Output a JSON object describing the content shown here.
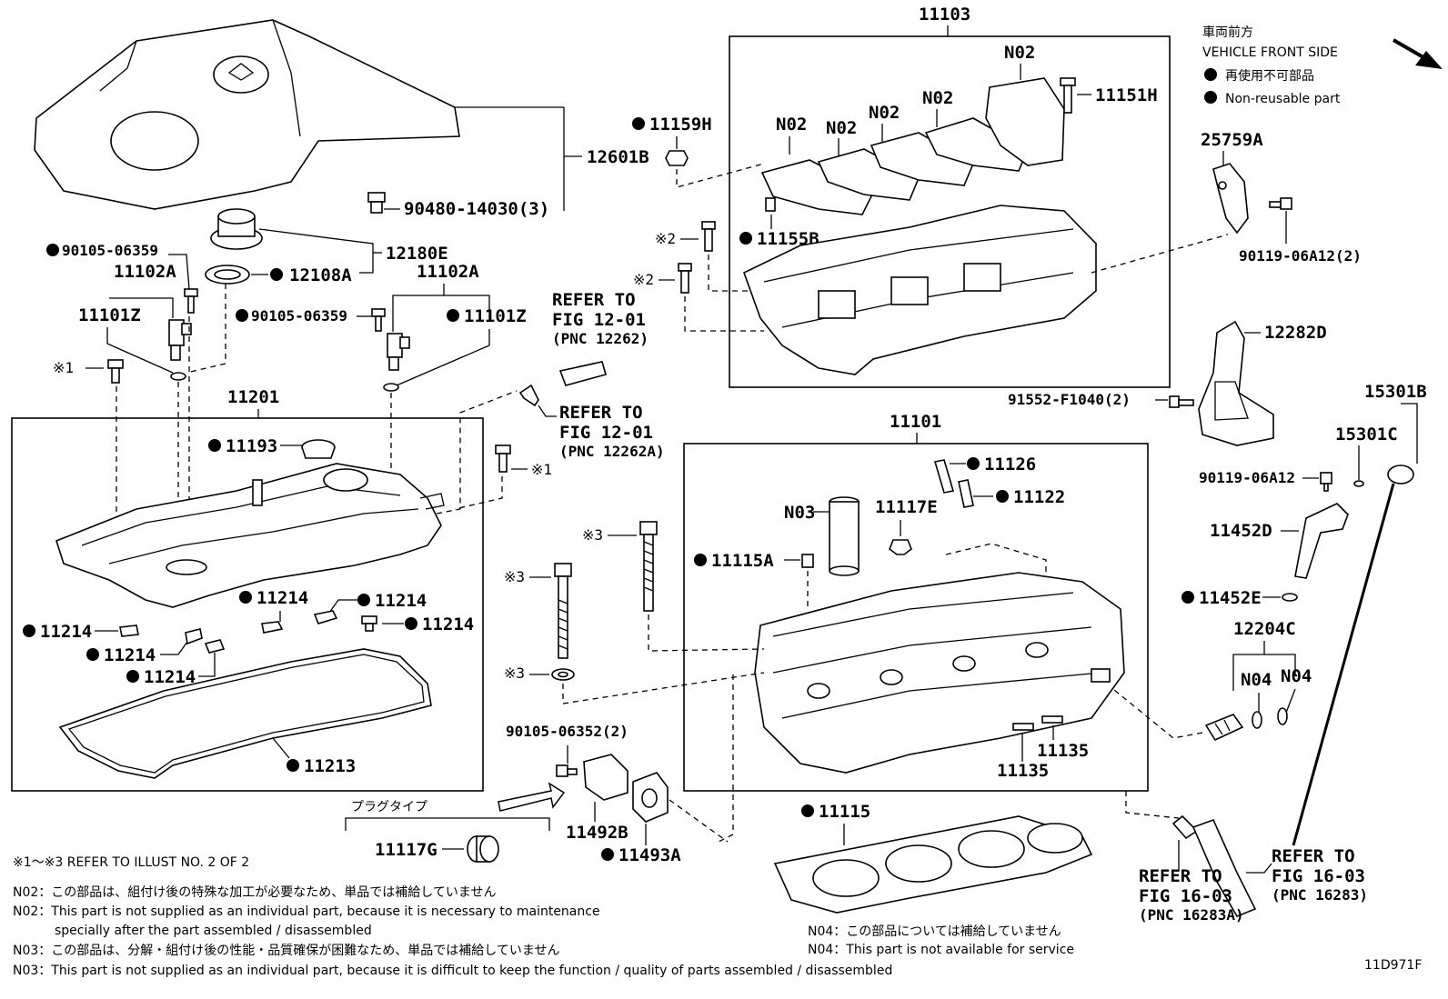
{
  "diagram_id": "11D971F",
  "legend": {
    "jp_front": "車両前方",
    "front": "VEHICLE FRONT SIDE",
    "jp_nonreusable": "再使用不可部品",
    "nonreusable": "Non-reusable part"
  },
  "labels": {
    "cover": "12601B",
    "cover_bolt": "90480-14030(3)",
    "oil_cap": "12180E",
    "cap_gasket": "12108A",
    "bolt_l": "90105-06359",
    "sensor_l": "11102A",
    "oring_l": "11101Z",
    "ref1_l": "※1",
    "bolt_m": "90105-06359",
    "sensor_m": "11102A",
    "oring_m": "11101Z",
    "head_cover": "11201",
    "grommet": "11193",
    "clip1": "11214",
    "clip2": "11214",
    "clip3": "11214",
    "clip4": "11214",
    "clip5": "11214",
    "clip6": "11214",
    "cover_gasket": "11213",
    "ref1_m": "※1",
    "refer1_a": "REFER TO",
    "refer1_b": "FIG 12-01",
    "refer1_c": "(PNC 12262)",
    "refer2_a": "REFER TO",
    "refer2_b": "FIG 12-01",
    "refer2_c": "(PNC 12262A)",
    "nut_top": "11159H",
    "housing_asm": "11103",
    "n02_1": "N02",
    "n02_2": "N02",
    "n02_3": "N02",
    "n02_4": "N02",
    "n02_5": "N02",
    "bolt_hsg": "11151H",
    "pin_hsg": "11155B",
    "ref2_a": "※2",
    "ref2_b": "※2",
    "bracket_a": "25759A",
    "bracket_a_bolt": "90119-06A12(2)",
    "hanger": "12282D",
    "hanger_bolt": "91552-F1040(2)",
    "gauge": "15301B",
    "gauge_oring": "15301C",
    "guide_bolt": "90119-06A12",
    "guide": "11452D",
    "guide_oring": "11452E",
    "union": "12204C",
    "n04_1": "N04",
    "n04_2": "N04",
    "head_sub": "11101",
    "pin1": "11126",
    "pin2": "11122",
    "n03": "N03",
    "plug_e": "11117E",
    "pin3": "11115A",
    "ref3_a": "※3",
    "ref3_b": "※3",
    "ref3_c": "※3",
    "seal1": "11135",
    "seal2": "11135",
    "head_gasket": "11115",
    "gasket_bolt": "90105-06352(2)",
    "plate": "11492B",
    "plate_gasket": "11493A",
    "plug_type": "プラグタイプ",
    "plug_g": "11117G",
    "refer3_a": "REFER TO",
    "refer3_b": "FIG 16-03",
    "refer3_c": "(PNC 16283A)",
    "refer4_a": "REFER TO",
    "refer4_b": "FIG 16-03",
    "refer4_c": "(PNC 16283)"
  },
  "notes": {
    "ref": "※1～※3  REFER TO ILLUST NO. 2 OF 2",
    "n02_jp": "N02：この部品は、組付け後の特殊な加工が必要なため、単品では補給していません",
    "n02_en1": "N02：This part is not supplied as an individual part, because it is necessary to maintenance",
    "n02_en2": "specially after the part assembled / disassembled",
    "n03_jp": "N03：この部品は、分解・組付け後の性能・品質確保が困難なため、単品では補給していません",
    "n03_en": "N03：This part is not supplied as an individual part, because it is difficult to keep the function / quality of parts  assembled / disassembled",
    "n04_jp": "N04：この部品については補給していません",
    "n04_en": "N04：This part is not available for service"
  }
}
